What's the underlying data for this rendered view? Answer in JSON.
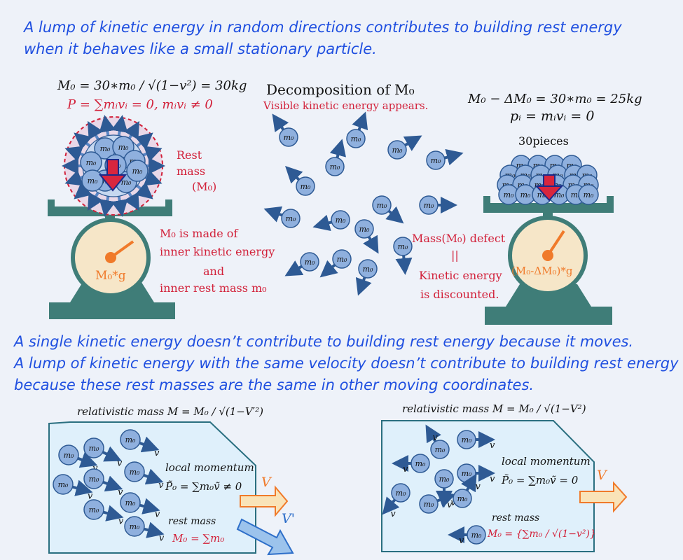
{
  "header": {
    "line1": "A lump of kinetic energy in random directions contributes to building rest energy",
    "line2": "when it behaves like a small stationary particle."
  },
  "left_scale": {
    "formula_mass": "M₀ = 30∗m₀ / √(1−v²) = 30kg",
    "formula_momentum": "P = ∑mᵢvᵢ = 0, mᵢvᵢ ≠ 0",
    "ball_label": "m₀",
    "rest_label_1": "Rest",
    "rest_label_2": "mass",
    "rest_label_3": "(M₀)",
    "dial_label": "M₀*g"
  },
  "center": {
    "title": "Decomposition of M₀",
    "subtitle": "Visible kinetic energy appears.",
    "ball_label": "m₀",
    "made_of_1": "M₀ is made of",
    "made_of_2": "inner kinetic energy",
    "made_of_3": "and",
    "made_of_4": "inner rest mass m₀"
  },
  "right_scale": {
    "formula_mass": "M₀ − ΔM₀ = 30∗m₀ = 25kg",
    "formula_momentum": "pᵢ = mᵢvᵢ = 0",
    "pieces_label": "30pieces",
    "ball_label": "m₀",
    "defect_1": "Mass(M₀) defect",
    "defect_eq": "||",
    "defect_2": "Kinetic energy",
    "defect_3": "is discounted.",
    "dial_label": "(M₀-ΔM₀)*g"
  },
  "middle_text": {
    "line1": "A single kinetic energy doesn’t contribute to building rest energy because it moves.",
    "line2": "A lump of kinetic energy with the same velocity doesn’t contribute to building rest energy",
    "line3": "because these rest masses are the same in other moving coordinates."
  },
  "bottom_left": {
    "formula": "relativistic mass M = M₀ / √(1−V′²)",
    "ball_label": "m₀",
    "v_label": "v",
    "local_momentum": "local momentum",
    "momentum_formula": "P̃₀ = ∑m₀ṽ ≠ 0",
    "rest_mass": "rest mass",
    "rest_formula": "M₀ = ∑m₀",
    "arrow_V": "V",
    "arrow_Vp": "V'"
  },
  "bottom_right": {
    "formula": "relativistic mass M = M₀ / √(1−V²)",
    "ball_label": "m₀",
    "v_label": "v",
    "local_momentum": "local momentum",
    "momentum_formula": "P̃₀ = ∑m₀ṽ = 0",
    "rest_mass": "rest mass",
    "rest_formula": "M₀ = {∑m₀ / √(1−v²)}",
    "arrow_V": "V"
  },
  "colors": {
    "title_blue": "#1f4fe0",
    "accent_red": "#d2213a",
    "scale_teal": "#3f7d78",
    "dial_face": "#f6e6c8",
    "ball_fill": "#8fb0de",
    "ball_stroke": "#2e5a94",
    "box_fill": "#dff0fb",
    "box_stroke": "#2a6f80",
    "orange": "#f07a2a"
  }
}
